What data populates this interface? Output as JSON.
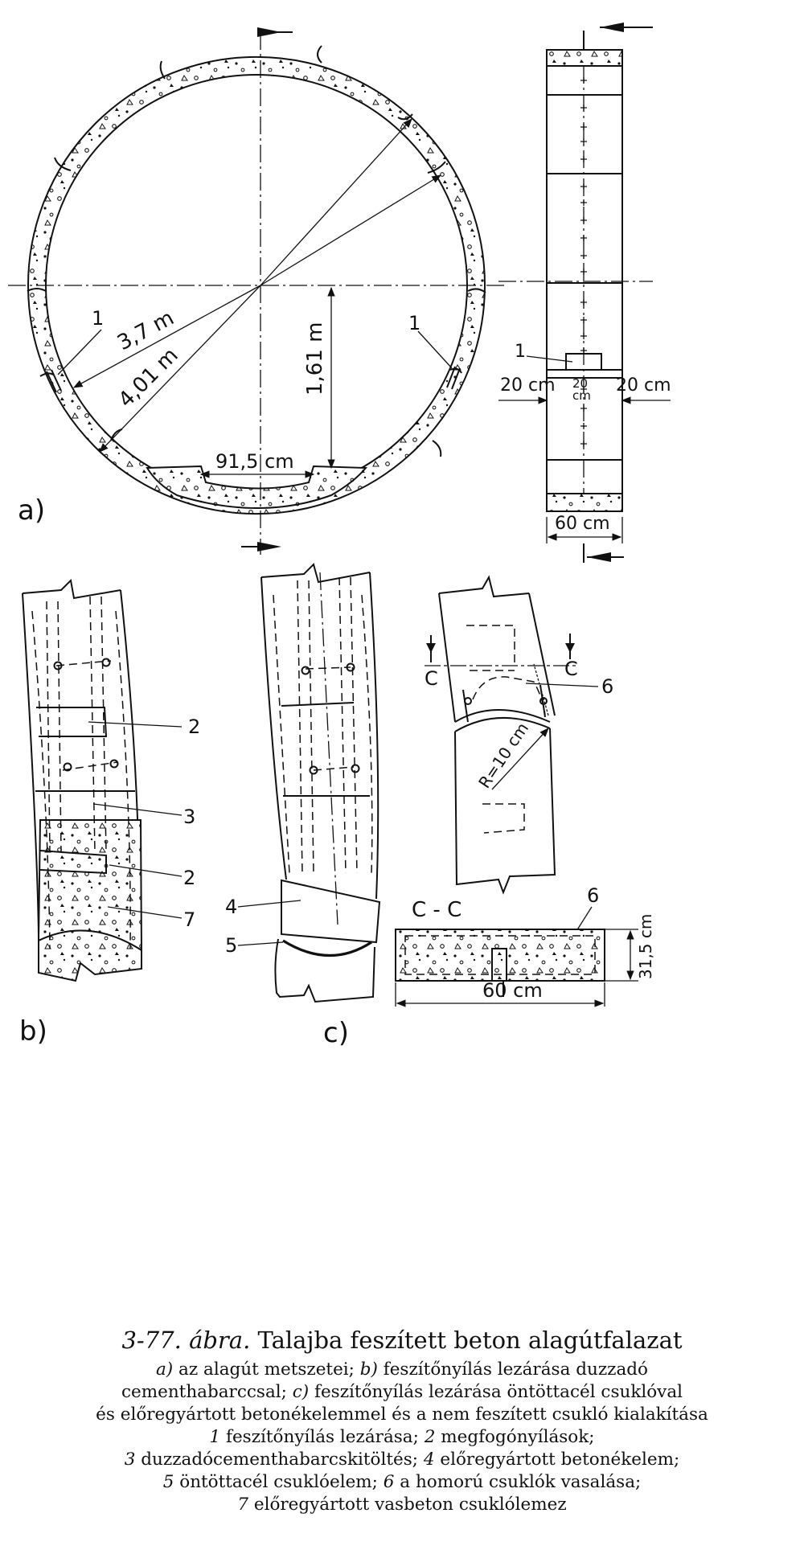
{
  "figure": {
    "panel_labels": {
      "a": "a)",
      "b": "b)",
      "c": "c)"
    },
    "panel_a": {
      "callout_1_left": "1",
      "callout_1_right": "1",
      "radius_inner": "3,7 m",
      "radius_outer": "4,01 m",
      "height_dim": "1,61 m",
      "bottom_width": "91,5 cm"
    },
    "side_view": {
      "callout_1": "1",
      "gap_left": "20 cm",
      "gap_right": "20 cm",
      "gap_center_value": "20",
      "gap_center_unit": "cm",
      "width": "60 cm"
    },
    "panel_b": {
      "callouts": [
        "2",
        "3",
        "2",
        "7"
      ]
    },
    "panel_c": {
      "callout_4": "4",
      "callout_5": "5",
      "callout_6_top": "6",
      "section_mark_left": "C",
      "section_mark_right": "C",
      "radius": "R=10 cm",
      "section_title": "C - C",
      "section_callout_6": "6",
      "section_height": "31,5 cm",
      "section_width": "60 cm"
    }
  },
  "caption": {
    "title_number": "3-77.",
    "title_word": "ábra.",
    "title_text": "Talajba feszített beton alagútfalazat",
    "l1_a": "a)",
    "l1_a_text": " az alagút metszetei; ",
    "l1_b": "b)",
    "l1_b_text": " feszítőnyílás lezárása duzzadó",
    "l2_text": "cementhabarccsal; ",
    "l2_c": "c)",
    "l2_c_text": " feszítőnyílás lezárása öntöttacél csuklóval",
    "l3_text": "és előregyártott betonékelemmel és a nem feszített csukló kialakítása",
    "l4_n1": "1",
    "l4_t1": " feszítőnyílás lezárása; ",
    "l4_n2": "2",
    "l4_t2": " megfogónyílások;",
    "l5_n3": "3",
    "l5_t3": " duzzadócementhabarcskitöltés; ",
    "l5_n4": "4",
    "l5_t4": " előregyártott betonékelem;",
    "l6_n5": "5",
    "l6_t5": " öntöttacél csuklóelem; ",
    "l6_n6": "6",
    "l6_t6": " a homorú csuklók vasalása;",
    "l7_n7": "7",
    "l7_t7": " előregyártott vasbeton csuklólemez"
  }
}
